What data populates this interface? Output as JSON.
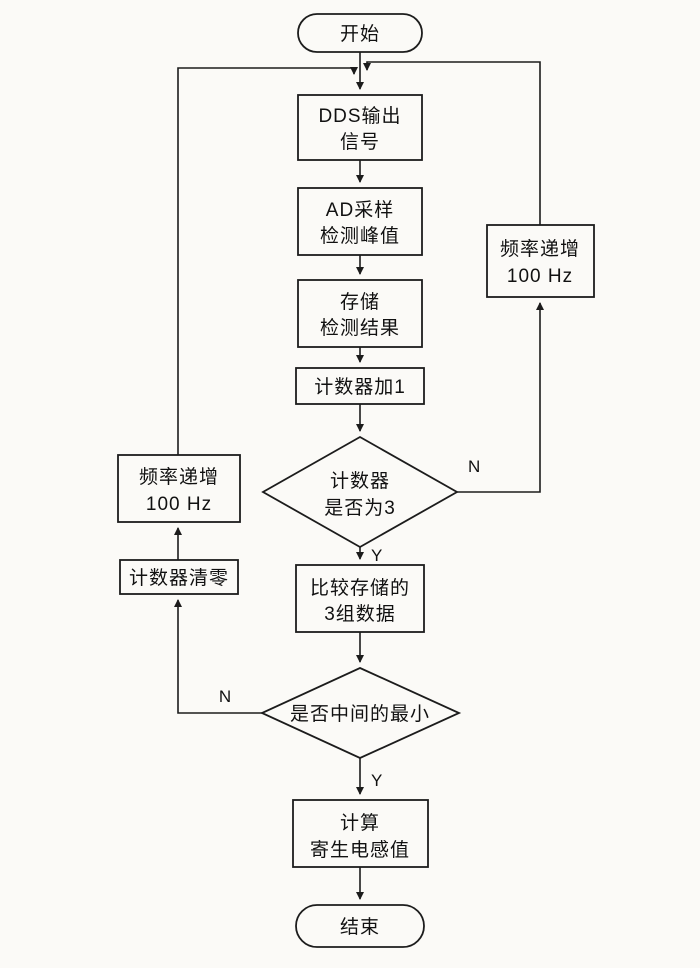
{
  "title": "flowchart-parasitic-inductance-measurement",
  "colors": {
    "background": "#fbfaf7",
    "line": "#1c1c1c",
    "text": "#111111"
  },
  "nodes": {
    "start": {
      "label": "开始"
    },
    "dds": {
      "line1": "DDS输出",
      "line2": "信号"
    },
    "ad": {
      "line1": "AD采样",
      "line2": "检测峰值"
    },
    "store": {
      "line1": "存储",
      "line2": "检测结果"
    },
    "counter_inc": {
      "label": "计数器加1"
    },
    "decision_counter": {
      "line1": "计数器",
      "line2": "是否为3"
    },
    "freq_inc_right": {
      "line1": "频率递增",
      "line2": "100 Hz"
    },
    "compare": {
      "line1": "比较存储的",
      "line2": "3组数据"
    },
    "decision_middle": {
      "label": "是否中间的最小"
    },
    "counter_clear": {
      "label": "计数器清零"
    },
    "freq_inc_left": {
      "line1": "频率递增",
      "line2": "100 Hz"
    },
    "calc": {
      "line1": "计算",
      "line2": "寄生电感值"
    },
    "end": {
      "label": "结束"
    }
  },
  "edge_labels": {
    "counter_no": "N",
    "counter_yes": "Y",
    "middle_no": "N",
    "middle_yes": "Y"
  }
}
